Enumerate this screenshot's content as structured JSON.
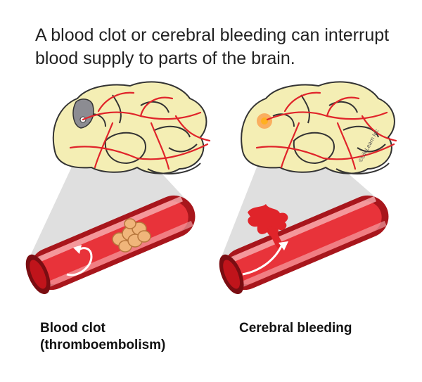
{
  "title": "A blood clot or cerebral bleeding can interrupt blood supply to parts of the brain.",
  "panels": [
    {
      "caption_line1": "Blood clot",
      "caption_line2": "(thromboembolism)"
    },
    {
      "caption_line1": "Cerebral bleeding",
      "caption_line2": ""
    }
  ],
  "copyright": "©LifeLearn Inc",
  "colors": {
    "brain": "#f4eeb4",
    "brain_outline": "#333333",
    "artery": "#e0242a",
    "vessel_dark": "#a8161c",
    "vessel_light": "#e8333a",
    "clot": "#f0b57a",
    "ischemia": "#8c8c92",
    "hemorrhage_glow": "#ff7a1a",
    "cone": "#d9d9d9"
  }
}
